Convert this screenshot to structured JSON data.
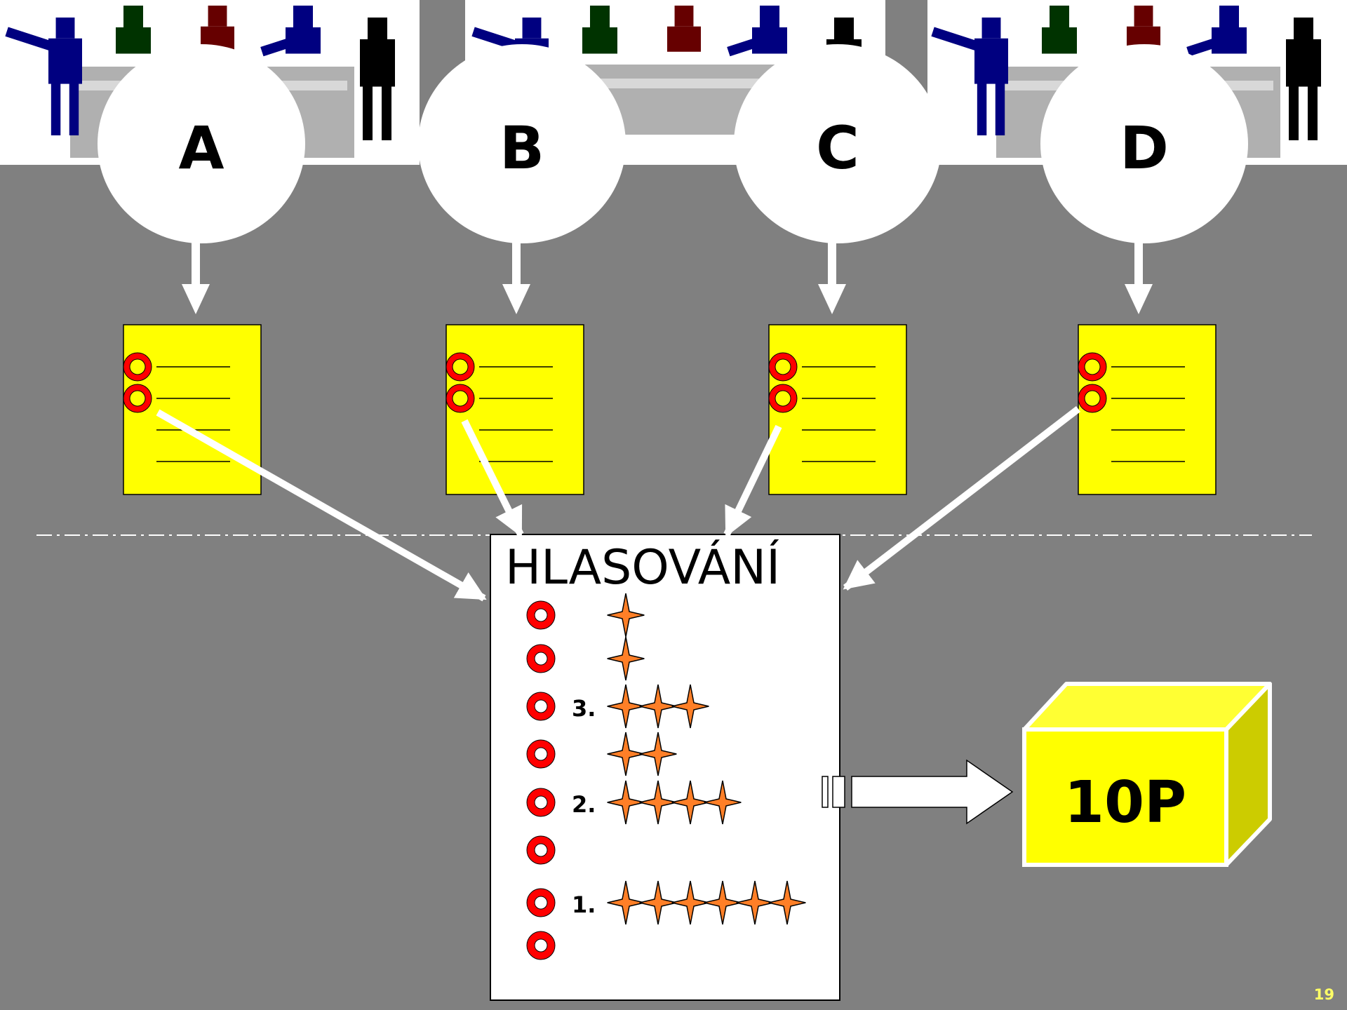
{
  "slide": {
    "page_number": "19",
    "colors": {
      "background": "#808080",
      "sheet_yellow": "#FFFF00",
      "cube_yellow": "#FFFF33",
      "cube_side": "#CCCC00",
      "marker_red": "#FF0000",
      "star_orange": "#FF7F27",
      "person_blue": "#000080",
      "person_green": "#003300",
      "person_red": "#660000",
      "person_black": "#000000"
    }
  },
  "groups": [
    {
      "label": "A",
      "sheet_marks": 2
    },
    {
      "label": "B",
      "sheet_marks": 2
    },
    {
      "label": "C",
      "sheet_marks": 2
    },
    {
      "label": "D",
      "sheet_marks": 2
    }
  ],
  "ballot": {
    "title": "HLASOVÁNÍ",
    "rows": [
      {
        "rank": "",
        "stars": 1
      },
      {
        "rank": "",
        "stars": 1
      },
      {
        "rank": "3.",
        "stars": 3
      },
      {
        "rank": "",
        "stars": 2
      },
      {
        "rank": "2.",
        "stars": 4
      },
      {
        "rank": "",
        "stars": 0
      },
      {
        "rank": "1.",
        "stars": 6
      },
      {
        "rank": "",
        "stars": 0
      }
    ]
  },
  "result": {
    "label": "10P"
  },
  "icons": {
    "people": "people-at-table-icon",
    "star": "star-icon",
    "marker": "ring-marker-icon",
    "arrow": "block-arrow-icon",
    "cube": "cube-icon"
  }
}
